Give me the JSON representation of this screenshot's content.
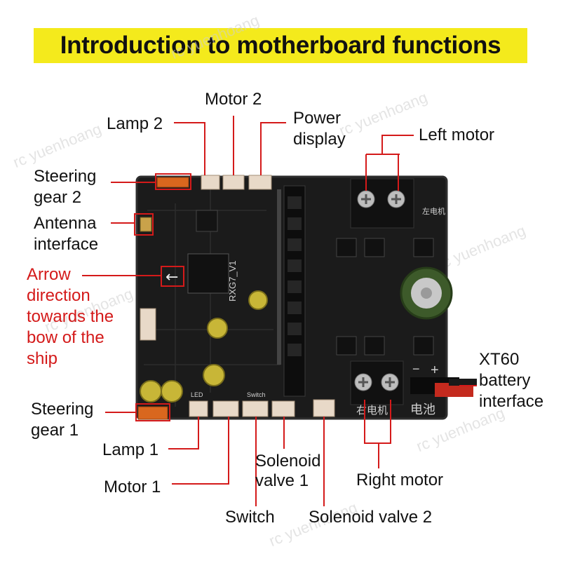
{
  "title": "Introduction to motherboard functions",
  "watermark": "rc yuenhoang",
  "colors": {
    "title_bg": "#f4ea1c",
    "callout_red": "#d41a1a",
    "board": "#1a1a1a",
    "connector": "#e8d9c8",
    "callout_orange": "#d9671e"
  },
  "labels": {
    "motor2": "Motor 2",
    "lamp2": "Lamp 2",
    "power_display_1": "Power",
    "power_display_2": "display",
    "left_motor": "Left motor",
    "steering2_1": "Steering",
    "steering2_2": "gear 2",
    "antenna_1": "Antenna",
    "antenna_2": "interface",
    "arrow_1": "Arrow",
    "arrow_2": "direction",
    "arrow_3": "towards the",
    "arrow_4": "bow of the",
    "arrow_5": "ship",
    "xt60_1": "XT60",
    "xt60_2": "battery",
    "xt60_3": "interface",
    "steering1_1": "Steering",
    "steering1_2": "gear 1",
    "lamp1": "Lamp 1",
    "motor1": "Motor 1",
    "solenoid1_1": "Solenoid",
    "solenoid1_2": "valve 1",
    "right_motor": "Right motor",
    "switch": "Switch",
    "solenoid2": "Solenoid valve 2"
  },
  "board_text": {
    "model": "RXG7_V1",
    "left_motor_cn": "左电机",
    "right_motor_cn": "右电机",
    "battery_cn": "电池",
    "led": "LED",
    "switch": "Switch",
    "minus": "−",
    "plus": "+"
  }
}
